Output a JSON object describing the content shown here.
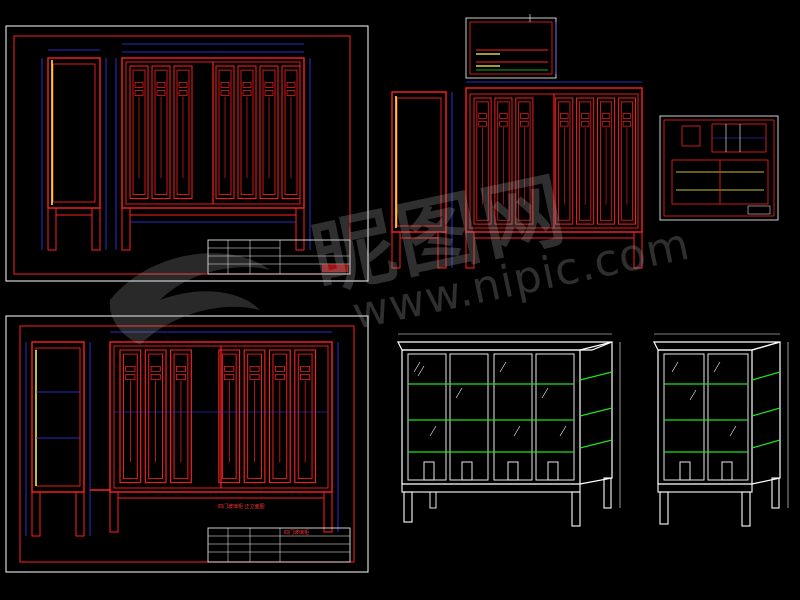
{
  "drawings": [
    {
      "id": "sheet-1",
      "name": "four-door cabinet front and side elevation sheet"
    },
    {
      "id": "sheet-2",
      "name": "four-door cabinet section elevation sheet"
    },
    {
      "id": "elevation-3",
      "name": "four-door cabinet elevation without frame"
    },
    {
      "id": "detail-inset",
      "name": "small detail drawing sheet"
    },
    {
      "id": "render-large",
      "name": "four-door glass cabinet wireframe"
    },
    {
      "id": "render-small",
      "name": "two-door glass cabinet wireframe"
    }
  ],
  "captions": {
    "sheet2_front_note": "四门玻璃柜 正立面图",
    "sheet2_title_block": "四门玻璃柜"
  },
  "watermark": {
    "brand": "昵图网",
    "url": "www.nipic.com"
  },
  "colors": {
    "background": "#000000",
    "frame": "#ff2020",
    "dimension": "#3a3aff",
    "outline": "#ffffff",
    "hatch": "#ffff40",
    "shelf": "#20e020"
  }
}
